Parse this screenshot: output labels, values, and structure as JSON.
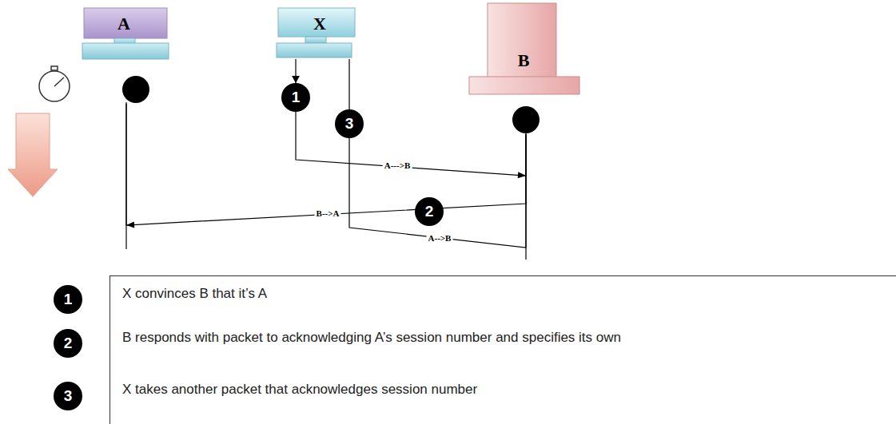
{
  "diagram": {
    "nodes": [
      {
        "text": [
          "A"
        ]
      },
      {
        "text": [
          "X"
        ]
      },
      {
        "text": [
          "B"
        ]
      },
      {
        "text": [
          "1"
        ]
      },
      {
        "text": [
          "3"
        ]
      },
      {
        "text": [
          "2"
        ]
      },
      {
        "text": [
          "1"
        ]
      },
      {
        "text": [
          "2"
        ]
      },
      {
        "text": [
          "3"
        ]
      },
      {
        "text": [
          "X convinces B that it’s A",
          "B responds with packet to acknowledging A’s session number and specifies its own",
          "X takes another packet that acknowledges session number"
        ]
      }
    ],
    "edges": [
      {
        "from": 1,
        "to": 2,
        "arrow": "to",
        "label": "A--->B"
      },
      {
        "from": 2,
        "to": 0,
        "arrow": "to",
        "label": "B-->A"
      },
      {
        "from": 1,
        "to": 2,
        "arrow": "none",
        "label": "A-->B"
      }
    ]
  }
}
